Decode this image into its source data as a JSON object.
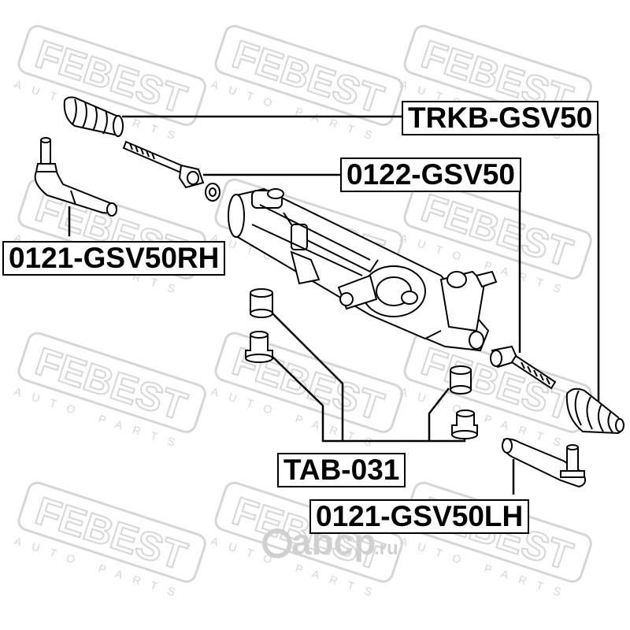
{
  "watermark": {
    "brand": "FEBEST",
    "tagline": "AUTO PARTS",
    "color": "#d6d6d6"
  },
  "site_watermark": {
    "text": "abcp",
    "domain": ".ru",
    "color": "#d0d0d0"
  },
  "labels": {
    "boot": "TRKB-GSV50",
    "tie_rod": "0122-GSV50",
    "tie_rod_end_rh": "0121-GSV50RH",
    "bushing": "TAB-031",
    "tie_rod_end_lh": "0121-GSV50LH"
  },
  "colors": {
    "line": "#000000",
    "part_fill": "#ffffff"
  }
}
